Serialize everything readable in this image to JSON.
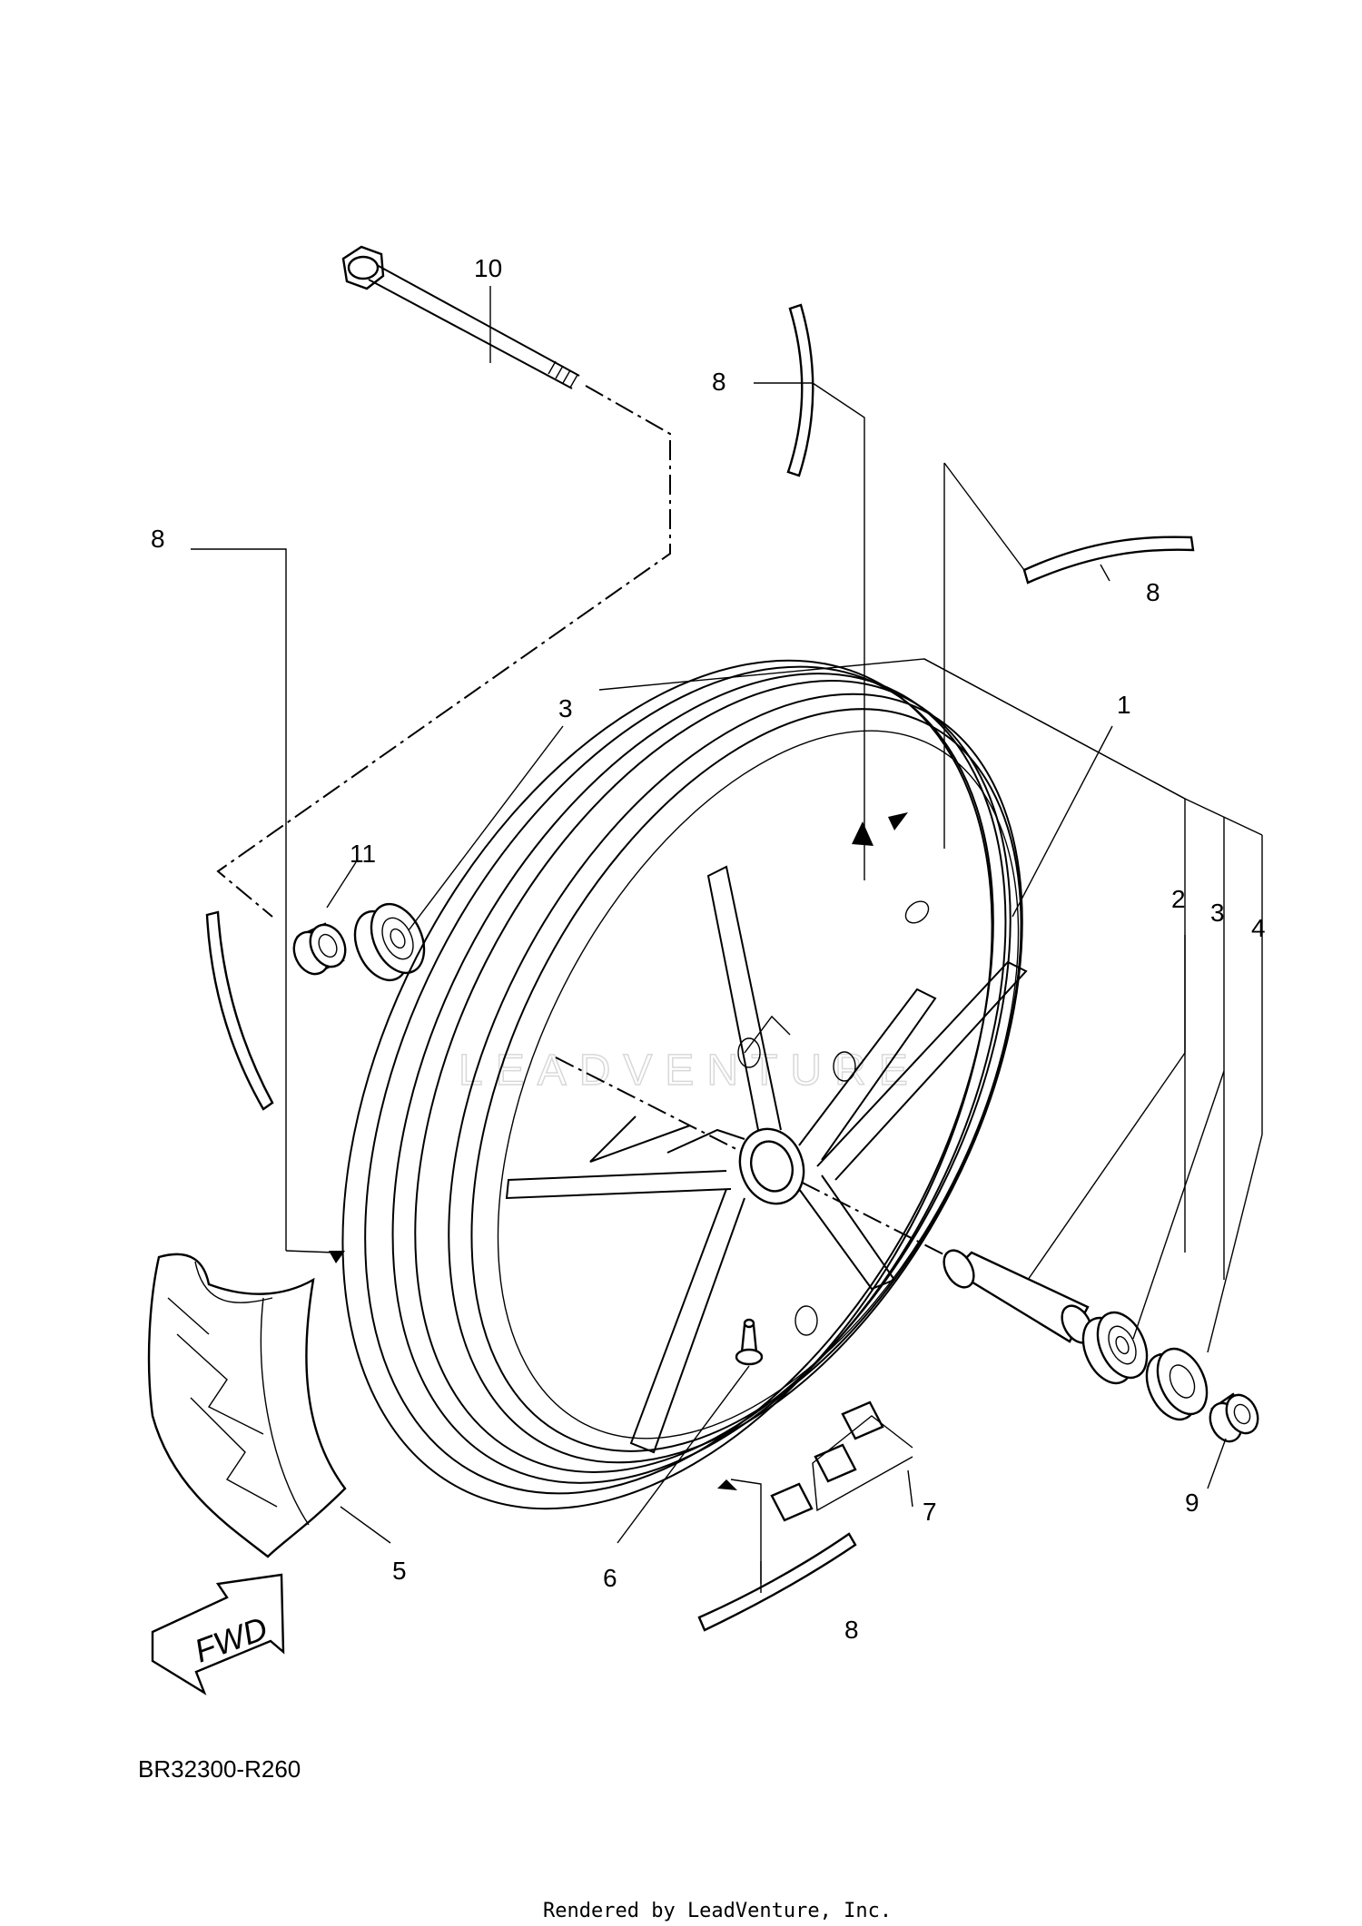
{
  "diagram_code": "BR32300-R260",
  "footer": "Rendered by LeadVenture, Inc.",
  "watermark": "LEADVENTURE",
  "direction_label": "FWD",
  "callouts": {
    "c1": "1",
    "c2": "2",
    "c3a": "3",
    "c3b": "3",
    "c4": "4",
    "c5": "5",
    "c6": "6",
    "c7": "7",
    "c8a": "8",
    "c8b": "8",
    "c8c": "8",
    "c8d": "8",
    "c9": "9",
    "c10": "10",
    "c11": "11"
  }
}
